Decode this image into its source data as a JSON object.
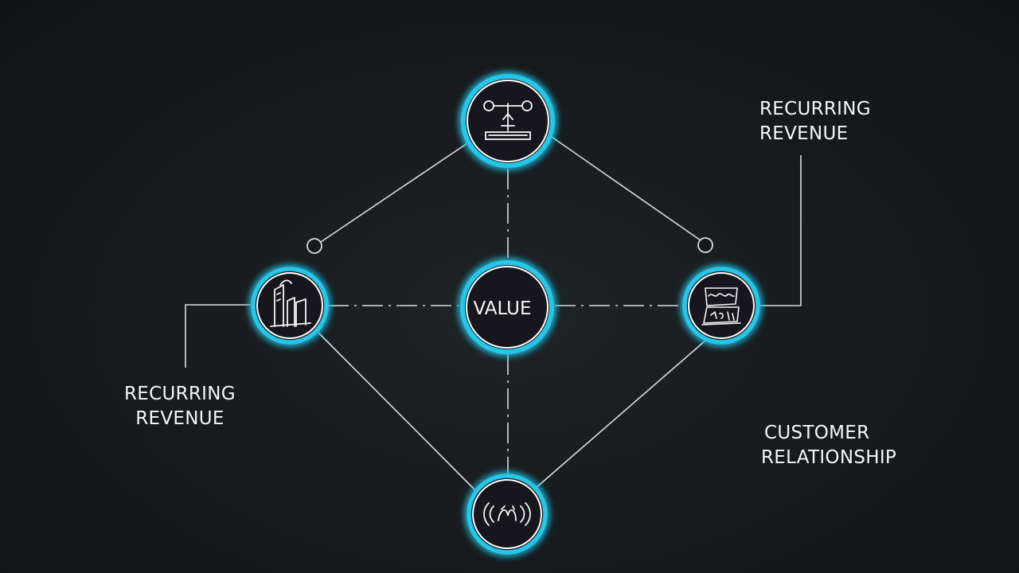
{
  "diagram": {
    "center_label": "VALUE",
    "labels": {
      "top_right": {
        "line1": "RECURRING",
        "line2": "REVENUE"
      },
      "bottom_left": {
        "line1": "RECURRING",
        "line2": "REVENUE"
      },
      "bottom_right": {
        "line1": "CUSTOMER",
        "line2": "RELATIONSHIP"
      }
    },
    "nodes": {
      "top": {
        "icon": "scale-icon"
      },
      "left": {
        "icon": "buildings-icon"
      },
      "right": {
        "icon": "sketch-card-icon"
      },
      "bottom": {
        "icon": "signal-waves-icon"
      },
      "center": {
        "icon": "none"
      }
    },
    "colors": {
      "background": "#171a1c",
      "node_glow": "#28c6e8",
      "node_ring": "#ffffff",
      "line": "#d9dde0",
      "text": "#f4f6f7"
    }
  }
}
